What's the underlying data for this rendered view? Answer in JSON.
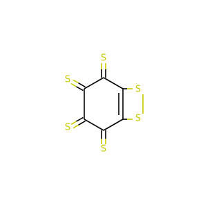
{
  "molecule": {
    "atoms": [
      {
        "symbol": "S",
        "color": "#c8c800"
      },
      {
        "symbol": "S",
        "color": "#c8c800"
      },
      {
        "symbol": "S",
        "color": "#c8c800"
      },
      {
        "symbol": "S",
        "color": "#c8c800"
      },
      {
        "symbol": "S",
        "color": "#c8c800"
      },
      {
        "symbol": "S",
        "color": "#c8c800"
      }
    ],
    "colors": {
      "bond": "#000000",
      "sulfur": "#c8c800",
      "background": "#ffffff"
    }
  }
}
